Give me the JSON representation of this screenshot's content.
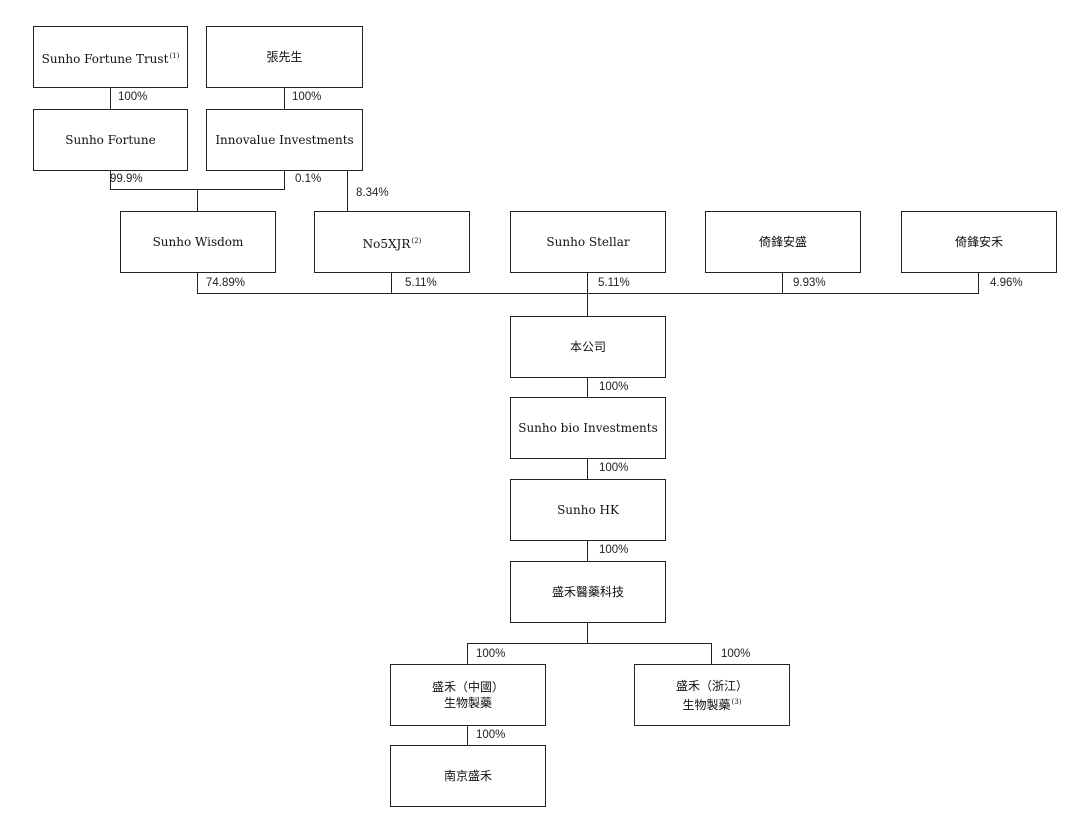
{
  "entities": {
    "sunho_fortune_trust": {
      "label": "Sunho Fortune Trust",
      "note": "(1)"
    },
    "mr_zhang": {
      "label": "張先生"
    },
    "sunho_fortune": {
      "label": "Sunho Fortune"
    },
    "innovalue_investments": {
      "label": "Innovalue Investments"
    },
    "sunho_wisdom": {
      "label": "Sunho Wisdom"
    },
    "no5xjr": {
      "label": "No5XJR",
      "note": "(2)"
    },
    "sunho_stellar": {
      "label": "Sunho Stellar"
    },
    "yifeng_ansheng": {
      "label": "倚鋒安盛"
    },
    "yifeng_anhe": {
      "label": "倚鋒安禾"
    },
    "company": {
      "label": "本公司"
    },
    "sunho_bio_investments": {
      "label": "Sunho bio Investments"
    },
    "sunho_hk": {
      "label": "Sunho HK"
    },
    "shenghe_pharma_tech": {
      "label": "盛禾醫藥科技"
    },
    "shenghe_china": {
      "label": "盛禾（中國）\n生物製藥"
    },
    "shenghe_zhejiang": {
      "label": "盛禾（浙江）\n生物製藥",
      "note": "(3)"
    },
    "nanjing_shenghe": {
      "label": "南京盛禾"
    }
  },
  "holdings": {
    "trust_to_fortune": "100%",
    "zhang_to_innovalue": "100%",
    "fortune_to_wisdom": "99.9%",
    "innovalue_to_wisdom": "0.1%",
    "innovalue_to_no5xjr": "8.34%",
    "wisdom_to_company": "74.89%",
    "no5xjr_to_company": "5.11%",
    "stellar_to_company": "5.11%",
    "ansheng_to_company": "9.93%",
    "anhe_to_company": "4.96%",
    "company_to_bio": "100%",
    "bio_to_hk": "100%",
    "hk_to_tech": "100%",
    "tech_to_china": "100%",
    "tech_to_zhejiang": "100%",
    "china_to_nanjing": "100%"
  }
}
